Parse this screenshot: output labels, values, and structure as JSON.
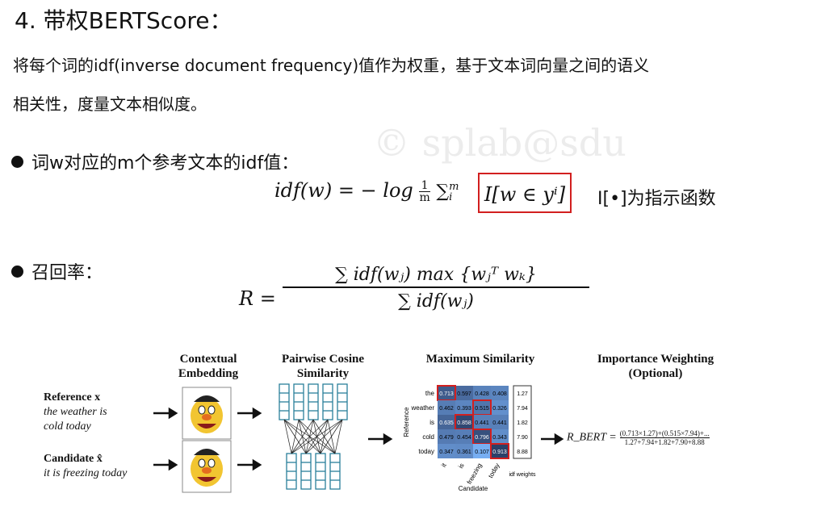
{
  "heading": "4. 带权BERTScore：",
  "intro_line1": "将每个词的idf(inverse document frequency)值作为权重，基于文本词向量之间的语义",
  "intro_line2": "相关性，度量文本相似度。",
  "watermark": "© splab@sdu",
  "bullet1": {
    "label": "词w对应的m个参考文本的idf值：",
    "formula_lhs": "idf(w) = − log",
    "frac_num": "1",
    "frac_den": "m",
    "sum": "∑",
    "sum_sup": "m",
    "sum_sub": "i",
    "boxed": "I[w ∈ yⁱ]",
    "indicator_note": "I[•]为指示函数"
  },
  "bullet2": {
    "label": "召回率：",
    "R": "R =",
    "numerator": "∑ idf(wⱼ) max {wⱼᵀ wₖ}",
    "denominator": "∑ idf(wⱼ)"
  },
  "figure": {
    "col1_title": "Contextual Embedding",
    "col2_title": "Pairwise Cosine Similarity",
    "col3_title": "Maximum Similarity",
    "col4_title": "Importance Weighting (Optional)",
    "ref_label": "Reference x",
    "ref_text1": "the weather is",
    "ref_text2": "cold today",
    "cand_label": "Candidate x̂",
    "cand_text": "it is freezing today",
    "row_words": [
      "the",
      "weather",
      "is",
      "cold",
      "today"
    ],
    "col_words": [
      "it",
      "is",
      "freezing",
      "today"
    ],
    "matrix": [
      [
        "0.713",
        "0.597",
        "0.428",
        "0.408"
      ],
      [
        "0.462",
        "0.393",
        "0.515",
        "0.326"
      ],
      [
        "0.635",
        "0.858",
        "0.441",
        "0.441"
      ],
      [
        "0.479",
        "0.454",
        "0.796",
        "0.343"
      ],
      [
        "0.347",
        "0.361",
        "0.107",
        "0.913"
      ]
    ],
    "idf": [
      "1.27",
      "7.94",
      "1.82",
      "7.90",
      "8.88"
    ],
    "idf_label": "idf weights",
    "axis_ref": "Reference",
    "axis_cand": "Candidate",
    "rbert": "R_BERT =",
    "rbert_num": "(0.713×1.27)+(0.515×7.94)+...",
    "rbert_den": "1.27+7.94+1.82+7.90+8.88"
  }
}
